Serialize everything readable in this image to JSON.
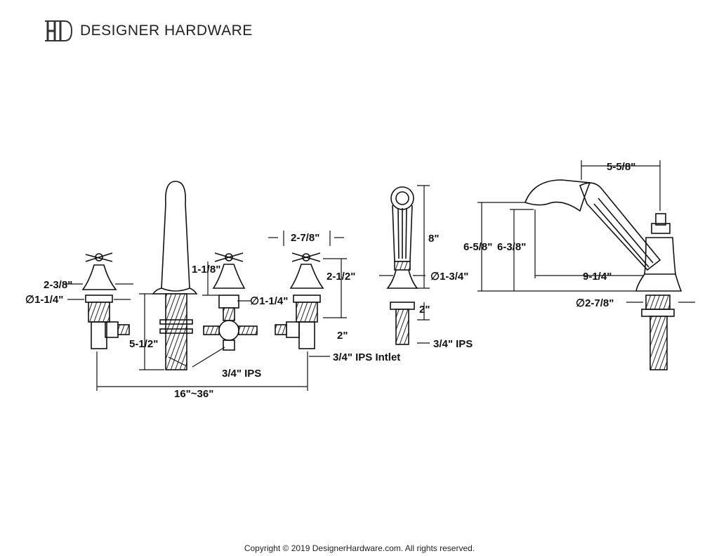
{
  "brand": {
    "name": "DESIGNER HARDWARE",
    "logo_icon": "dh-monogram-logo"
  },
  "dimensions": {
    "handle_height": "2-3/8\"",
    "handle_flange_dia": "∅1-1/4\"",
    "spout_shank": "5-1/2\"",
    "valve_top": "1-1/8\"",
    "valve_flange_dia": "∅1-1/4\"",
    "handle_spacing": "2-7/8\"",
    "handle_height_right": "2-1/2\"",
    "handle_shank": "2\"",
    "ips_spout": "3/4\" IPS",
    "ips_inlet": "3/4\" IPS Intlet",
    "spread": "16\"~36\"",
    "sprayer_height": "8\"",
    "sprayer_dia": "∅1-3/4\"",
    "sprayer_shank": "2\"",
    "ips_sprayer": "3/4\" IPS",
    "spout_reach": "5-5/8\"",
    "spout_height_total": "6-5/8\"",
    "spout_height": "6-3/8\"",
    "spout_length": "9-1/4\"",
    "spout_base_dia": "∅2-7/8\""
  },
  "footer": {
    "copyright": "Copyright © 2019 DesignerHardware.com. All rights reserved."
  }
}
